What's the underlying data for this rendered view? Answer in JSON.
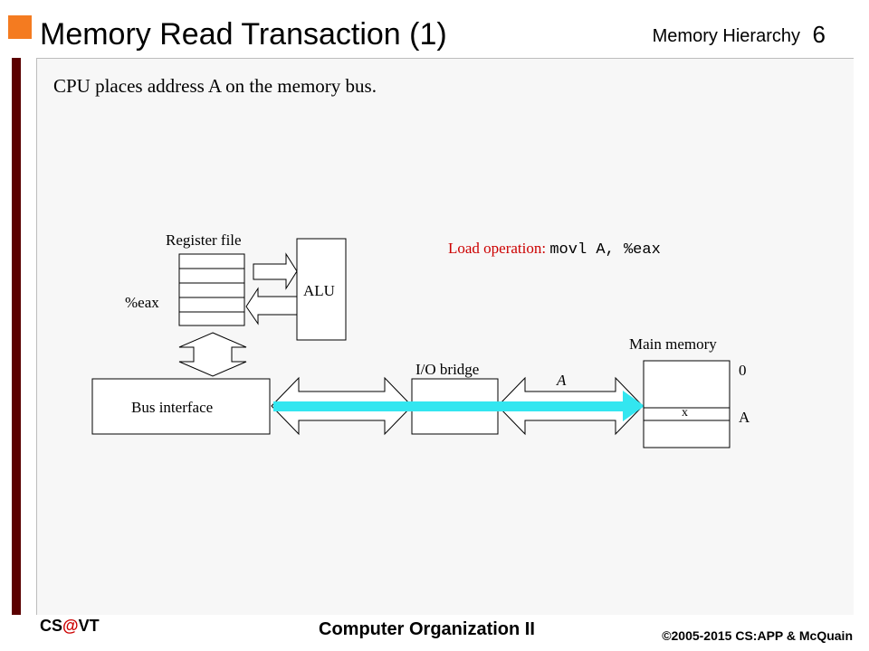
{
  "header": {
    "title": "Memory Read Transaction (1)",
    "section": "Memory Hierarchy",
    "page_number": "6"
  },
  "slide": {
    "intro": "CPU places address A on the memory bus."
  },
  "diagram": {
    "register_file_label": "Register  file",
    "register_eax_label": "%eax",
    "alu_label": "ALU",
    "bus_interface_label": "Bus interface",
    "io_bridge_label": "I/O bridge",
    "main_memory_label": "Main memory",
    "bus_address_label": "A",
    "memory_address_zero": "0",
    "memory_address_a": "A",
    "memory_cell_value": "x",
    "load_operation_text": "Load operation:",
    "load_operation_code": "movl A, %eax"
  },
  "footer": {
    "left_prefix": "CS",
    "left_at": "@",
    "left_suffix": "VT",
    "center": "Computer Organization II",
    "right": "©2005-2015 CS:APP & McQuain"
  },
  "colors": {
    "accent_orange": "#f47b20",
    "sidebar_maroon": "#5b0000",
    "load_operation_red": "#cc0000",
    "bus_highlight_cyan": "#33e6f0",
    "footer_at_red": "#cc0000"
  }
}
